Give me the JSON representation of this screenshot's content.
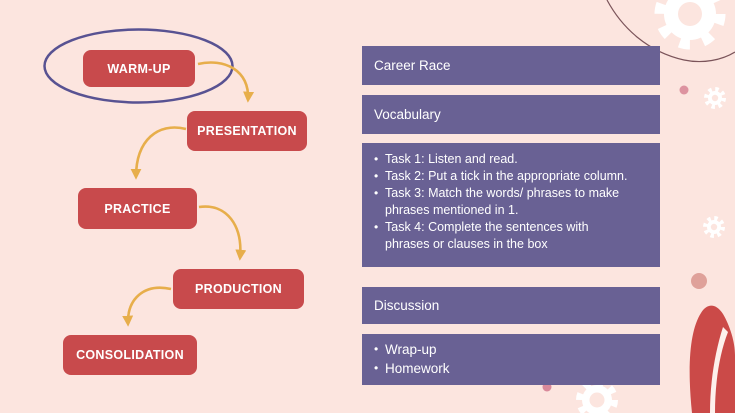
{
  "colors": {
    "background": "#fce5df",
    "stage_box": "#c84a4c",
    "panel_box": "#696194",
    "arrow": "#e7ae4b",
    "highlight_ellipse_stroke": "#585292",
    "text_on_boxes": "#ffffff",
    "petal_red": "#cb4a48"
  },
  "flowchart": {
    "stages": [
      {
        "label": "WARM-UP",
        "circled": true
      },
      {
        "label": "PRESENTATION",
        "circled": false
      },
      {
        "label": "PRACTICE",
        "circled": false
      },
      {
        "label": "PRODUCTION",
        "circled": false
      },
      {
        "label": "CONSOLIDATION",
        "circled": false
      }
    ]
  },
  "agenda": {
    "career_race_label": "Career Race",
    "vocabulary_label": "Vocabulary",
    "tasks": [
      "Task 1: Listen and read.",
      "Task 2: Put a tick in the appropriate column.",
      "Task 3: Match the words/ phrases to make phrases mentioned in 1.",
      "Task 4: Complete the sentences with phrases or clauses in the box"
    ],
    "discussion_label": "Discussion",
    "wrapup_items": [
      "Wrap-up",
      "Homework"
    ]
  },
  "decor": {
    "shapes": [
      "gear-icon-large-top-right",
      "gear-icon-small-right-upper",
      "gear-icon-small-right-mid",
      "gear-icon-bottom-center",
      "arc-line-top-right",
      "petal-shape-bottom-right",
      "dot-right-upper",
      "dot-right-lower",
      "dot-bottom-center"
    ]
  }
}
